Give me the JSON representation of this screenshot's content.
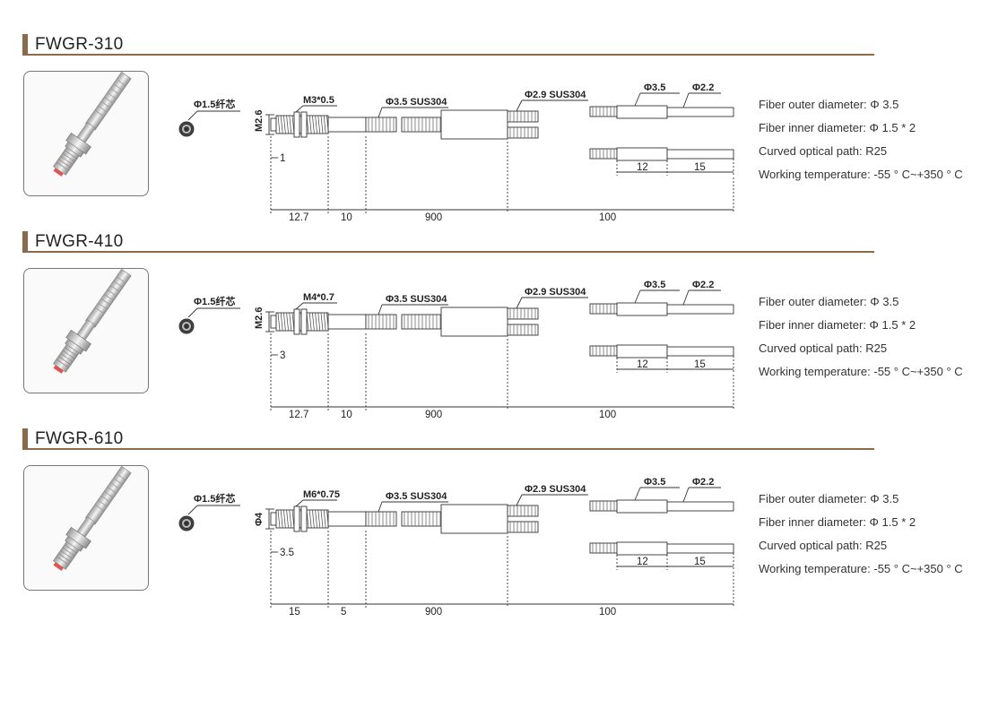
{
  "sections": [
    {
      "title": "FWGR-310",
      "cross_section_label": "Φ1.5纤芯",
      "vertical_dim_label": "M2.6",
      "thread_label": "M3*0.5",
      "tube_label": "Φ3.5 SUS304",
      "split_label": "Φ2.9 SUS304",
      "tip_length": "1",
      "dims": [
        "12.7",
        "10",
        "900",
        "100"
      ],
      "end_dims": [
        "12",
        "15"
      ],
      "end_outer_label": "Φ3.5",
      "end_inner_label": "Φ2.2",
      "specs": [
        "Fiber outer diameter: Φ 3.5",
        "Fiber inner diameter: Φ 1.5 * 2",
        "Curved optical path: R25",
        "Working temperature: -55 ° C~+350 ° C"
      ]
    },
    {
      "title": "FWGR-410",
      "cross_section_label": "Φ1.5纤芯",
      "vertical_dim_label": "M2.6",
      "thread_label": "M4*0.7",
      "tube_label": "Φ3.5 SUS304",
      "split_label": "Φ2.9 SUS304",
      "tip_length": "3",
      "dims": [
        "12.7",
        "10",
        "900",
        "100"
      ],
      "end_dims": [
        "12",
        "15"
      ],
      "end_outer_label": "Φ3.5",
      "end_inner_label": "Φ2.2",
      "specs": [
        "Fiber outer diameter: Φ 3.5",
        "Fiber inner diameter: Φ 1.5 * 2",
        "Curved optical path: R25",
        "Working temperature: -55 ° C~+350 ° C"
      ]
    },
    {
      "title": "FWGR-610",
      "cross_section_label": "Φ1.5纤芯",
      "vertical_dim_label": "Φ4",
      "thread_label": "M6*0.75",
      "tube_label": "Φ3.5 SUS304",
      "split_label": "Φ2.9 SUS304",
      "tip_length": "3.5",
      "dims": [
        "15",
        "5",
        "900",
        "100"
      ],
      "end_dims": [
        "12",
        "15"
      ],
      "end_outer_label": "Φ3.5",
      "end_inner_label": "Φ2.2",
      "specs": [
        "Fiber outer diameter: Φ 3.5",
        "Fiber inner diameter: Φ 1.5 * 2",
        "Curved optical path: R25",
        "Working temperature: -55 ° C~+350 ° C"
      ]
    }
  ],
  "colors": {
    "accent": "#8a6a4b",
    "line": "#333333",
    "tip": "#d9534f"
  },
  "icons": {
    "photo": "fiber-sensor-photo-icon",
    "cross_section": "fiber-cross-section-icon"
  }
}
